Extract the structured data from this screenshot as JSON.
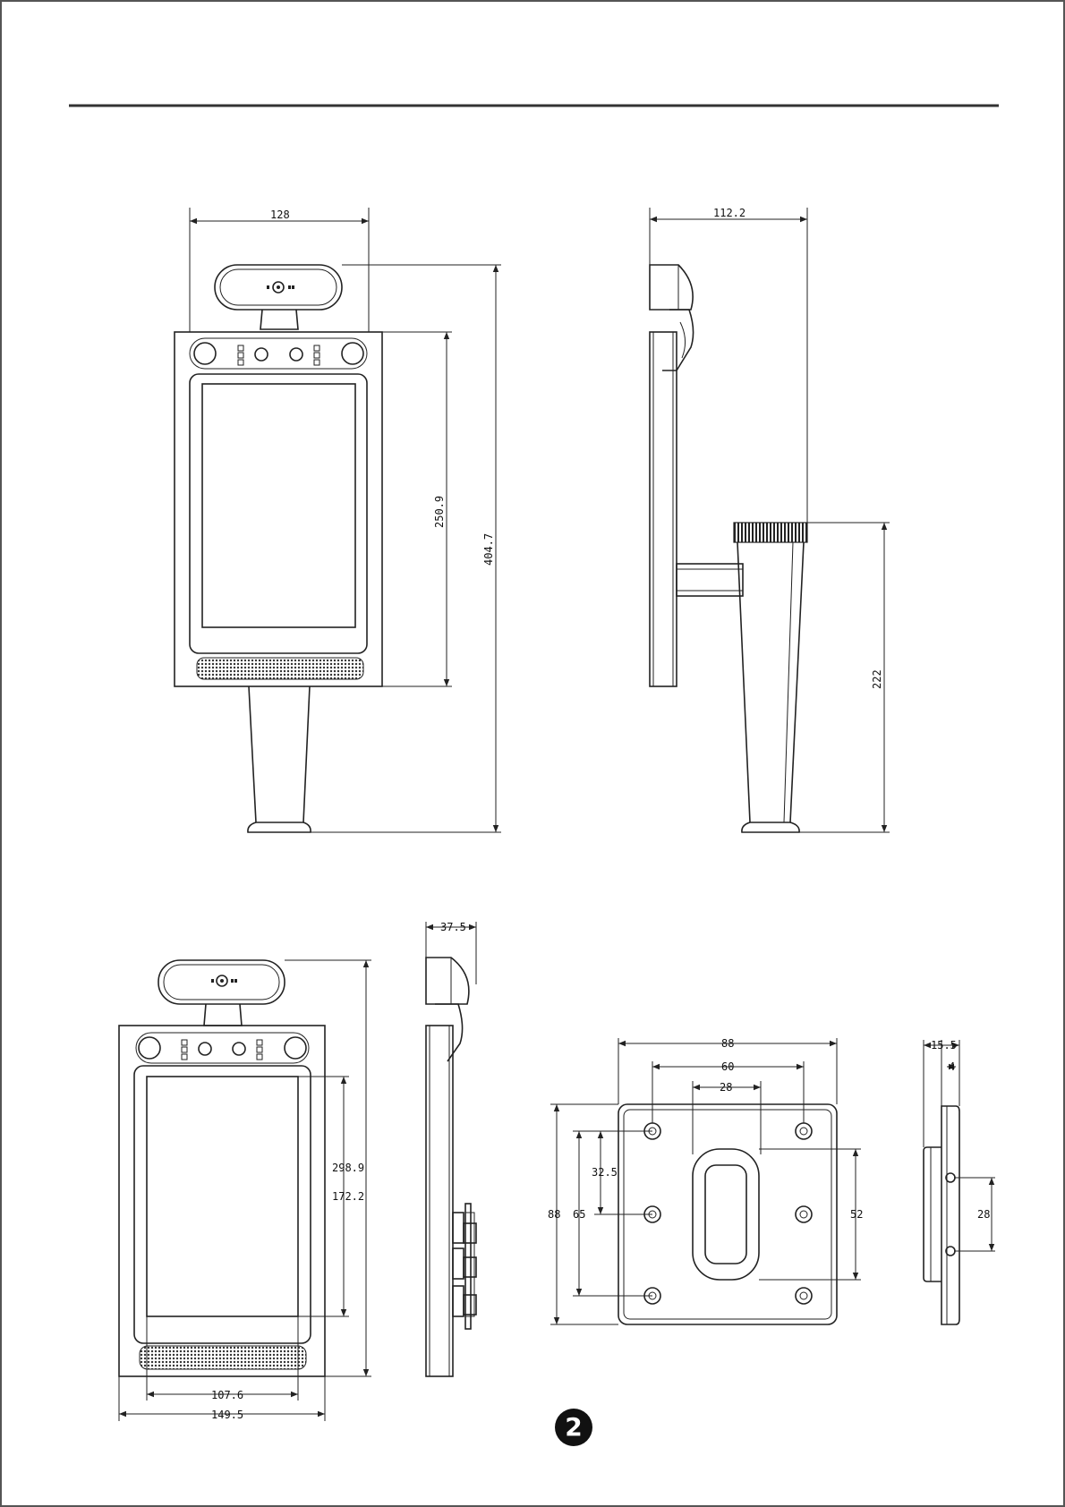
{
  "page": {
    "number": "2"
  },
  "views": {
    "front_full": {
      "width": "128",
      "display_height": "250.9",
      "total_height": "404.7"
    },
    "side_full": {
      "depth": "112.2",
      "stand_height": "222"
    },
    "front_panel": {
      "inner_width": "107.6",
      "outer_width": "149.5",
      "inner_height": "172.2",
      "outer_height": "298.9"
    },
    "side_panel": {
      "depth": "37.5"
    },
    "bracket": {
      "width": "88",
      "hole_spacing": "60",
      "slot_width": "28",
      "height": "88",
      "hole_vertical": "65",
      "hole_half": "32.5",
      "slot_height": "52"
    },
    "bracket_side": {
      "thickness": "15.5",
      "small": "4",
      "hole_spacing": "28"
    }
  }
}
